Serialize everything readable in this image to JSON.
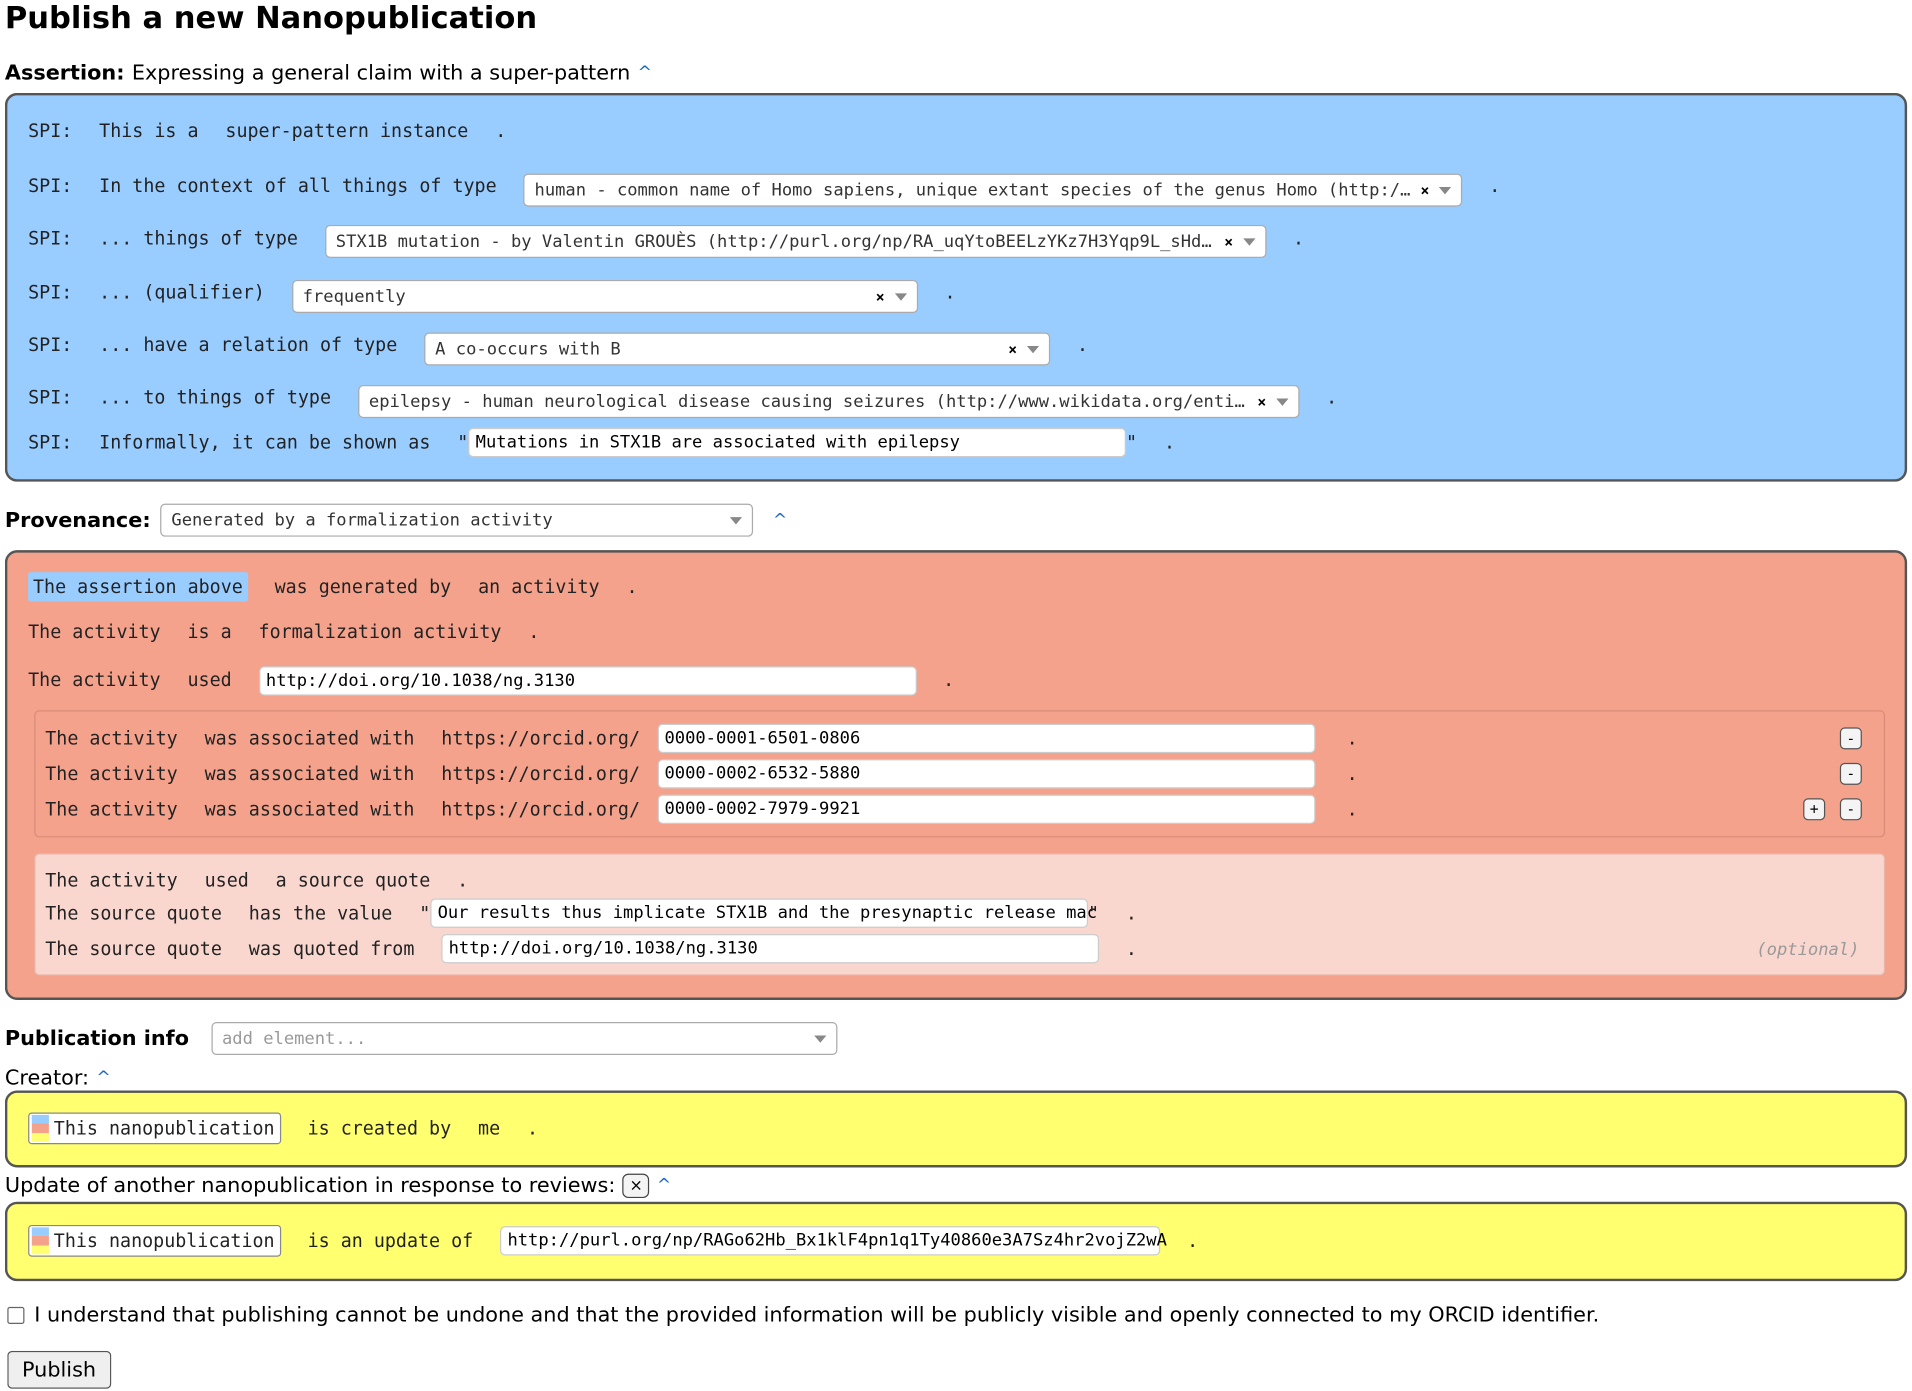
{
  "page_title": "Publish a new Nanopublication",
  "assertion": {
    "label": "Assertion:",
    "template": "Expressing a general claim with a super-pattern",
    "rows": [
      {
        "subject": "SPI:",
        "predicate": "This is a",
        "object": "super-pattern instance"
      },
      {
        "subject": "SPI:",
        "predicate": "In the context of all things of type",
        "value": "human - common name of Homo sapiens, unique extant species of the genus Homo (http:/…"
      },
      {
        "subject": "SPI:",
        "predicate": "... things of type",
        "value": "STX1B mutation - by Valentin GROUÈS (http://purl.org/np/RA_uqYtoBEELzYKz7H3Yqp9L_sHd…"
      },
      {
        "subject": "SPI:",
        "predicate": "... (qualifier)",
        "value": "frequently"
      },
      {
        "subject": "SPI:",
        "predicate": "... have a relation of type",
        "value": "A co-occurs with B"
      },
      {
        "subject": "SPI:",
        "predicate": "... to things of type",
        "value": "epilepsy - human neurological disease causing seizures (http://www.wikidata.org/enti…"
      },
      {
        "subject": "SPI:",
        "predicate": "Informally, it can be shown as",
        "value": "Mutations in STX1B are associated with epilepsy"
      }
    ]
  },
  "provenance": {
    "label": "Provenance:",
    "selected": "Generated by a formalization activity",
    "row1": {
      "subject": "The assertion above",
      "predicate": "was generated by",
      "object": "an activity"
    },
    "row2": {
      "subject": "The activity",
      "predicate": "is a",
      "object": "formalization activity"
    },
    "row3": {
      "subject": "The activity",
      "predicate": "used",
      "value": "http://doi.org/10.1038/ng.3130"
    },
    "associations": [
      {
        "subject": "The activity",
        "predicate": "was associated with",
        "prefix": "https://orcid.org/",
        "value": "0000-0001-6501-0806"
      },
      {
        "subject": "The activity",
        "predicate": "was associated with",
        "prefix": "https://orcid.org/",
        "value": "0000-0002-6532-5880"
      },
      {
        "subject": "The activity",
        "predicate": "was associated with",
        "prefix": "https://orcid.org/",
        "value": "0000-0002-7979-9921"
      }
    ],
    "quote": {
      "r1": {
        "subject": "The activity",
        "predicate": "used",
        "object": "a source quote"
      },
      "r2": {
        "subject": "The source quote",
        "predicate": "has the value",
        "value": "Our results thus implicate STX1B and the presynaptic release mac"
      },
      "r3": {
        "subject": "The source quote",
        "predicate": "was quoted from",
        "value": "http://doi.org/10.1038/ng.3130"
      },
      "optional": "(optional)"
    }
  },
  "pubinfo": {
    "label": "Publication info",
    "add_placeholder": "add element...",
    "creator": {
      "label": "Creator:",
      "subject": "This nanopublication",
      "predicate": "is created by",
      "object": "me"
    },
    "update": {
      "label": "Update of another nanopublication in response to reviews:",
      "subject": "This nanopublication",
      "predicate": "is an update of",
      "value": "http://purl.org/np/RAGo62Hb_Bx1klF4pn1q1Ty40860e3A7Sz4hr2vojZ2wA"
    }
  },
  "consent": "I understand that publishing cannot be undone and that the provided information will be publicly visible and openly connected to my ORCID identifier.",
  "publish_label": "Publish",
  "symbols": {
    "dot": ".",
    "quote": "\"",
    "minus": "-",
    "plus": "+",
    "x": "×",
    "caret": "^",
    "close": "×"
  },
  "colors": {
    "assertion": "#99ccff",
    "provenance": "#f4a28c",
    "pubinfo": "#ffff70",
    "link": "#1a66c7"
  }
}
